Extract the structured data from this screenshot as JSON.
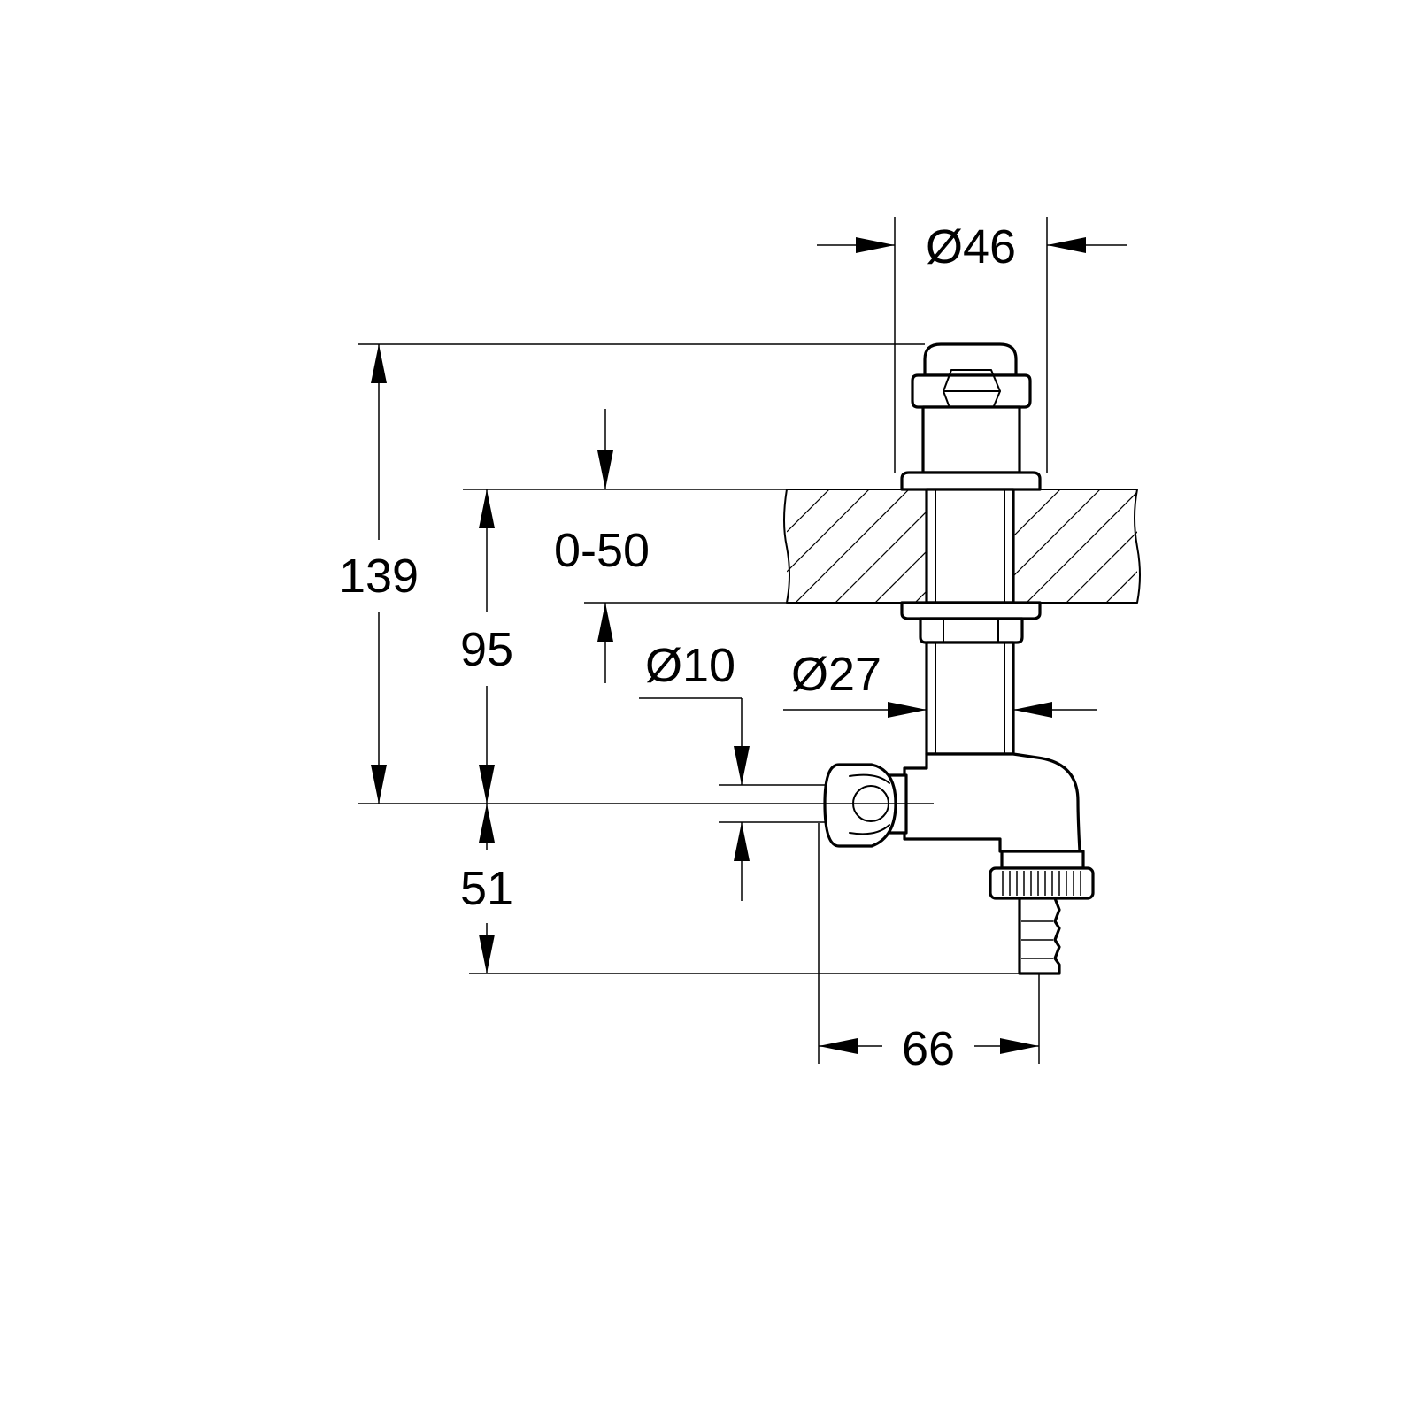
{
  "dimensions": {
    "top_diameter": "Ø46",
    "overall_height": "139",
    "deck_thickness": "0-50",
    "below_deck_height": "95",
    "hose_diameter": "Ø10",
    "body_diameter": "Ø27",
    "spout_drop": "51",
    "projection": "66"
  }
}
